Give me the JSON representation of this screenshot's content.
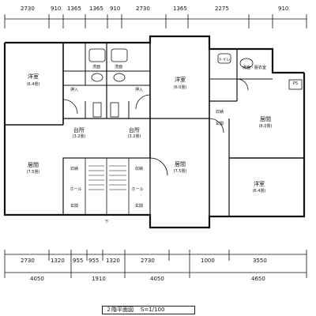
{
  "dimensions": {
    "top": [
      "2730",
      "910",
      "1365",
      "1365",
      "910",
      "2730",
      "1365",
      "2275",
      "910"
    ],
    "bottom_row1": [
      "2730",
      "1320",
      "955",
      "955",
      "1320",
      "2730",
      "1000",
      "3550"
    ],
    "bottom_row2": [
      "4050",
      "1910",
      "4050",
      "4650"
    ]
  },
  "rooms": {
    "w1_yoshitsu": {
      "name": "洋室",
      "area": "(6.4畳)"
    },
    "w2_yoshitsu": {
      "name": "洋室",
      "area": "(6.0畳)"
    },
    "kyoshitsu_left": {
      "name": "居間",
      "area": "(7.5畳)"
    },
    "kitchen_left": {
      "name": "台所",
      "area": "(3.2畳)"
    },
    "kitchen_mid": {
      "name": "台所",
      "area": "(3.2畳)"
    },
    "kyoshitsu_mid": {
      "name": "居間",
      "area": "(7.5畳)"
    },
    "kyoshitsu_right": {
      "name": "居間",
      "area": "(8.0畳)"
    },
    "washitsu_right": {
      "name": "洋室",
      "area": "(6.4畳)"
    },
    "washroom_right": {
      "name": "洗面・脱衣室"
    },
    "toilet_right": {
      "name": "トイレ"
    },
    "entrance_right": {
      "name": "玄関"
    },
    "storage_right": {
      "name": "収納"
    },
    "closet_a": {
      "name": "押入"
    },
    "closet_b": {
      "name": "押入"
    },
    "washroom_a": {
      "name": "洗面"
    },
    "washroom_b": {
      "name": "洗面"
    },
    "hall_a": {
      "name": "ホール"
    },
    "hall_b": {
      "name": "ホール"
    },
    "entrance_a": {
      "name": "玄関"
    },
    "entrance_b": {
      "name": "玄関"
    },
    "storage_a": {
      "name": "収納"
    },
    "storage_b": {
      "name": "収納"
    },
    "stair_up": {
      "name": "下"
    },
    "ps": {
      "name": "PS"
    }
  },
  "caption": {
    "title": "２階平面図",
    "scale": "S=1/100"
  },
  "colors": {
    "line": "#111111",
    "hatch": "#444444",
    "paper": "#ffffff"
  }
}
